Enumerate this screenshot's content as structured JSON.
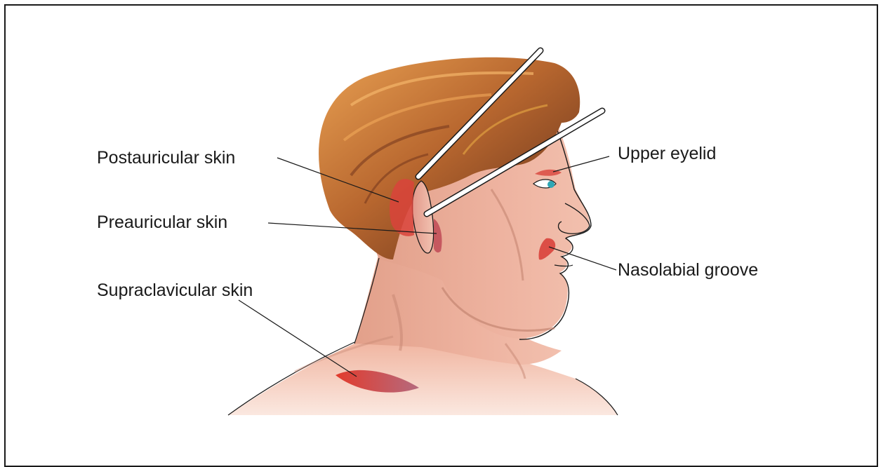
{
  "labels": {
    "postauricular": "Postauricular skin",
    "preauricular": "Preauricular skin",
    "supraclavicular": "Supraclavicular skin",
    "upper_eyelid": "Upper eyelid",
    "nasolabial": "Nasolabial groove"
  },
  "colors": {
    "skin": "#e8a893",
    "hair": "#8a4a2a",
    "donor_site": "#d9433b",
    "leader_line": "#1a1a1a"
  }
}
